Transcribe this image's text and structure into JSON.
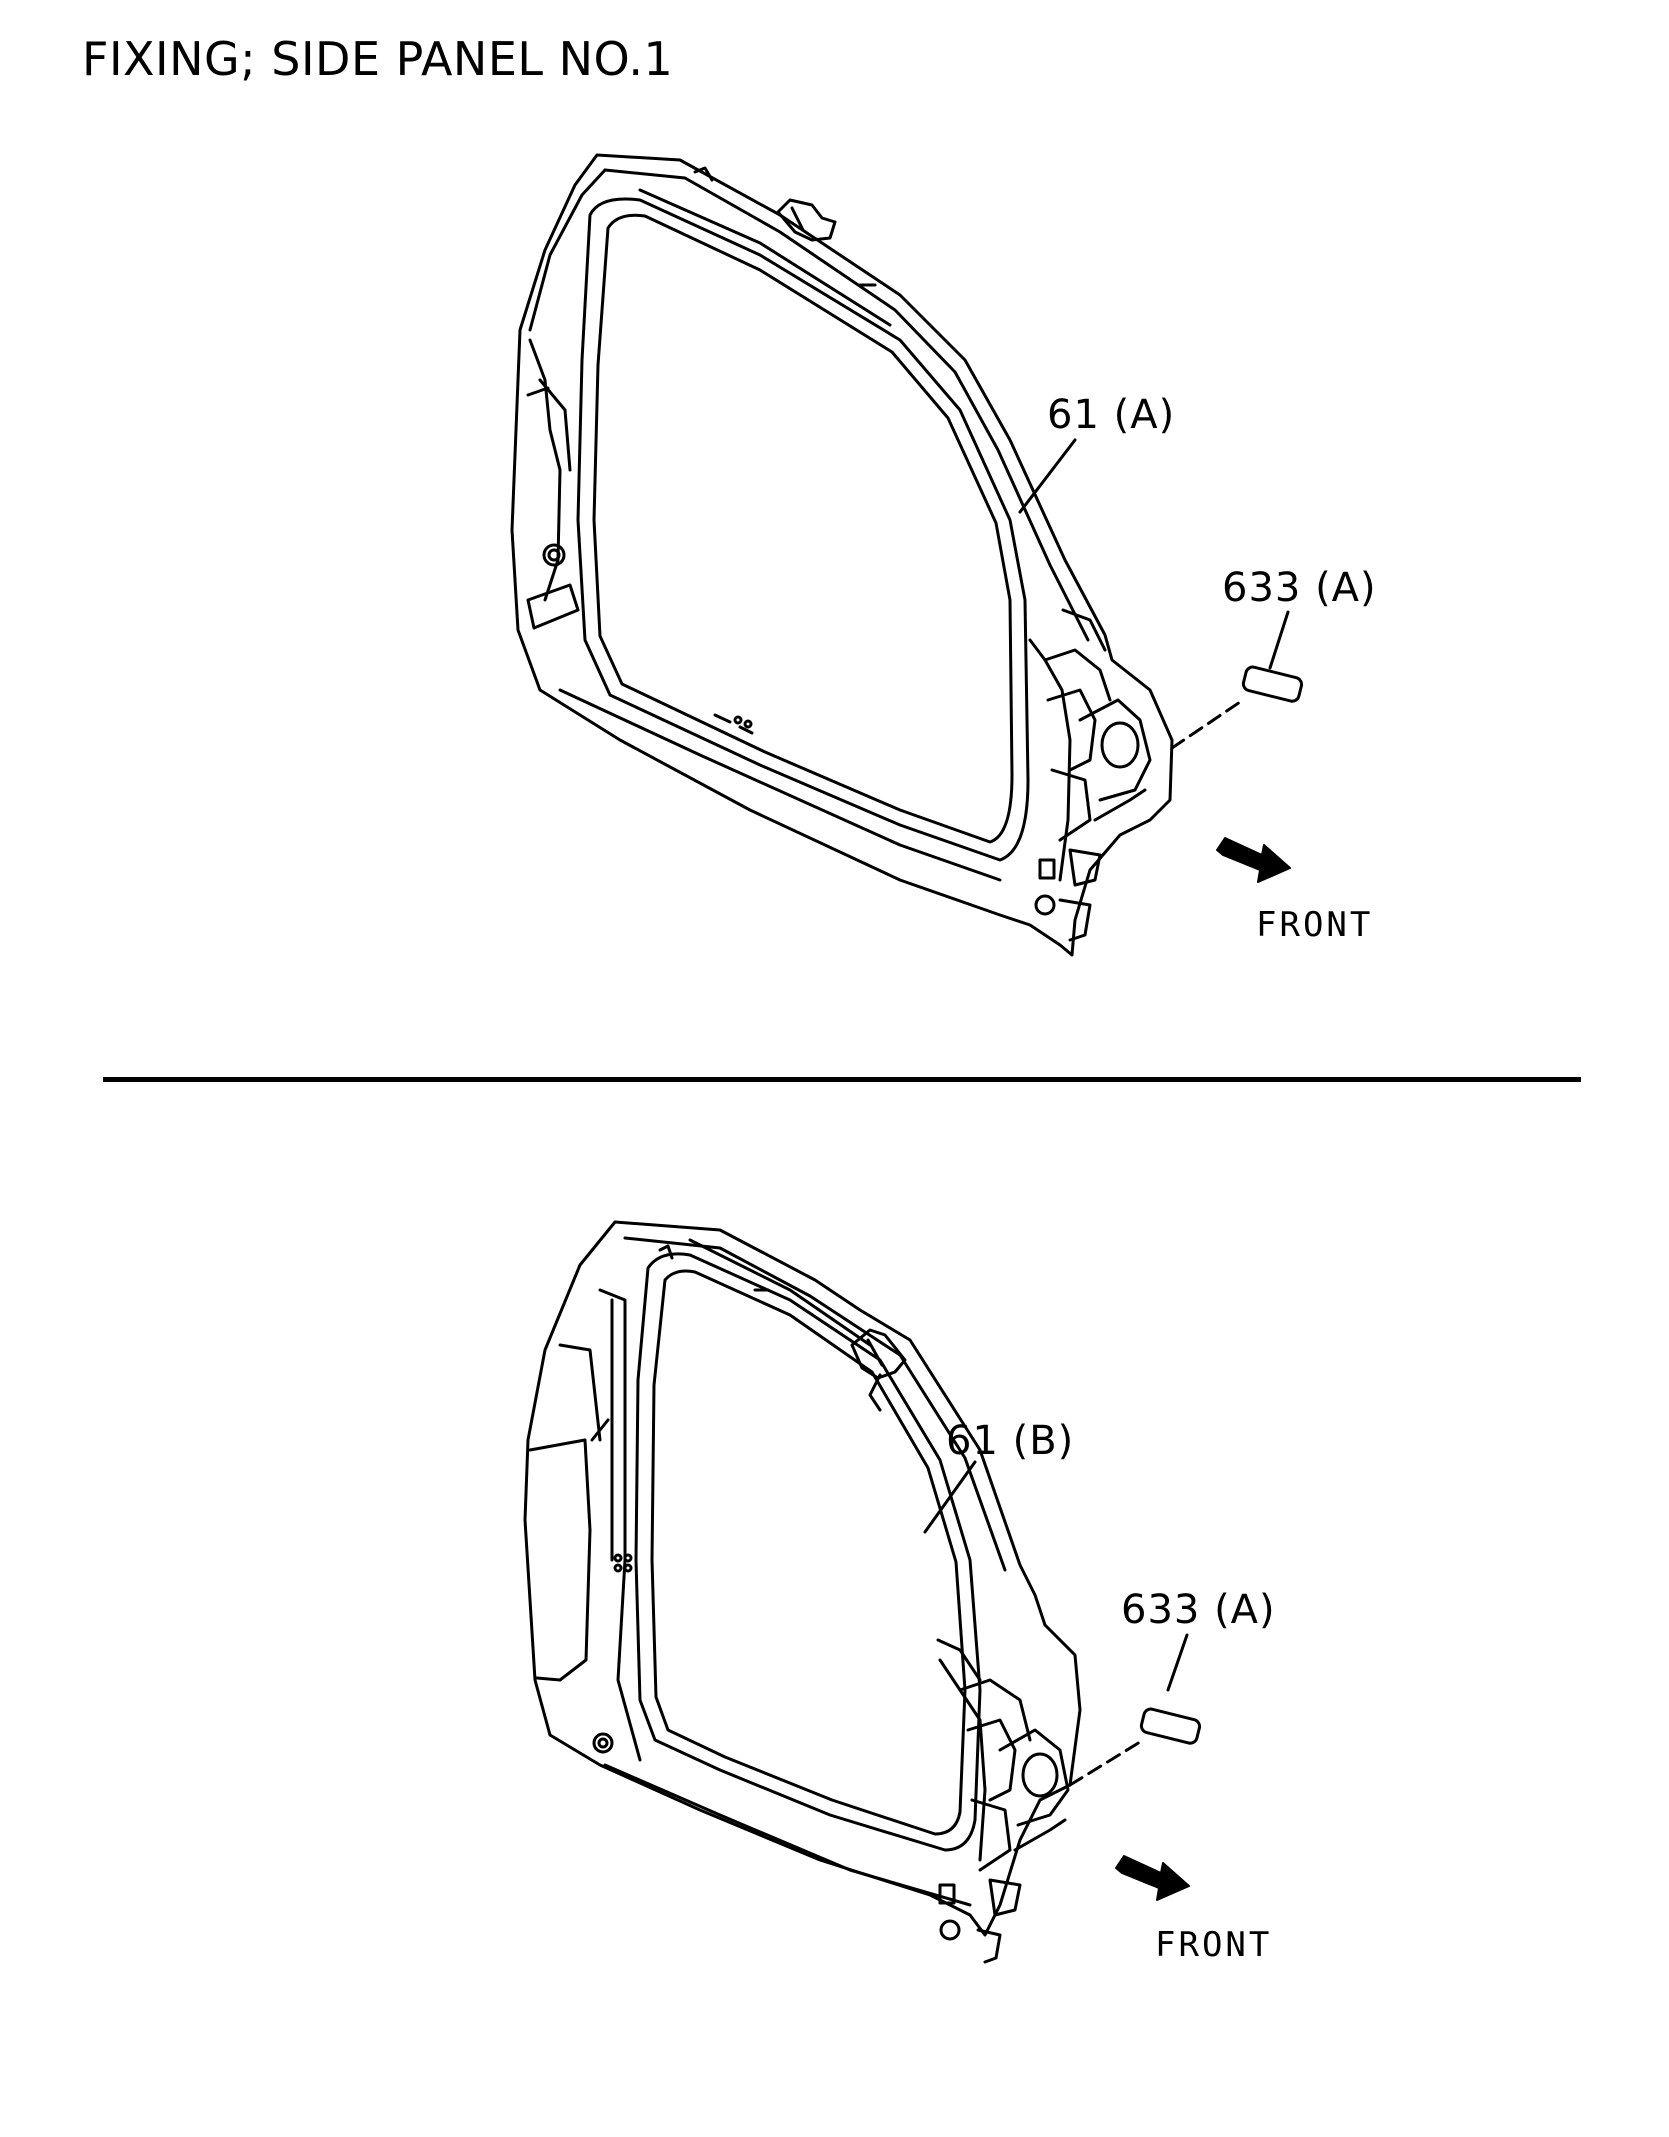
{
  "title": "FIXING; SIDE PANEL NO.1",
  "top_view": {
    "panel_label": "61 (A)",
    "part_label": "633 (A)",
    "direction_label": "FRONT"
  },
  "bottom_view": {
    "panel_label": "61 (B)",
    "part_label": "633 (A)",
    "direction_label": "FRONT"
  },
  "colors": {
    "line": "#000000",
    "background": "#ffffff"
  }
}
